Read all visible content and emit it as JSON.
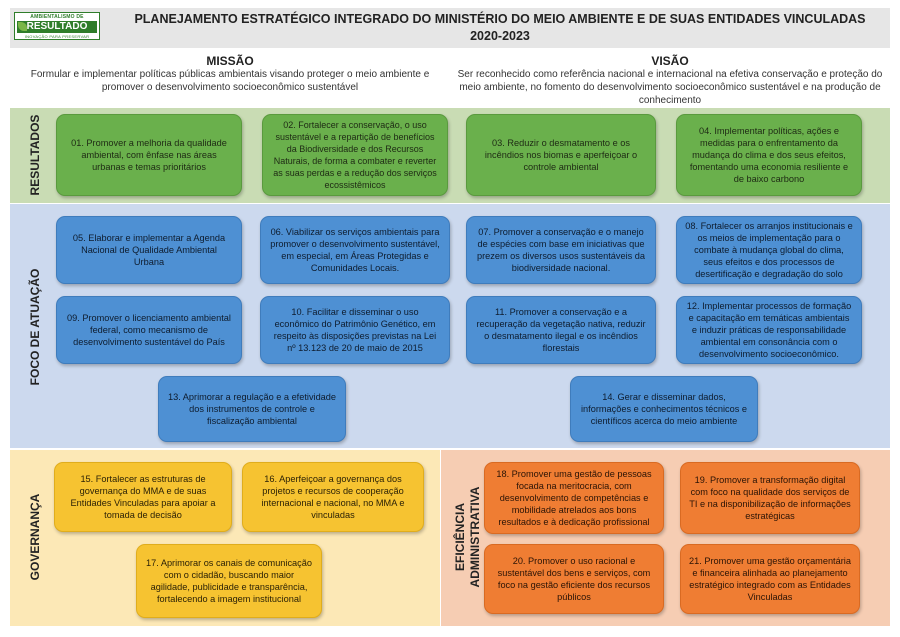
{
  "logo": {
    "top": "AMBIENTALISMO DE",
    "main": "RESULTADO",
    "bottom": "INOVAÇÃO PARA PRESERVAR"
  },
  "header": {
    "title_line1": "PLANEJAMENTO ESTRATÉGICO INTEGRADO DO MINISTÉRIO DO MEIO AMBIENTE E DE SUAS ENTIDADES VINCULADAS",
    "title_line2": "2020-2023"
  },
  "mission": {
    "heading": "MISSÃO",
    "text": "Formular e implementar políticas públicas ambientais visando proteger o meio ambiente e promover o desenvolvimento socioeconômico sustentável"
  },
  "vision": {
    "heading": "VISÃO",
    "text": "Ser reconhecido como referência nacional e internacional na efetiva conservação e proteção do meio ambiente, no fomento do desenvolvimento socioeconômico sustentável e na produção de conhecimento"
  },
  "sections": {
    "resultados": "RESULTADOS",
    "foco": "FOCO DE ATUAÇÃO",
    "governanca": "GOVERNANÇA",
    "eficiencia_line1": "EFICIÊNCIA",
    "eficiencia_line2": "ADMINISTRATIVA"
  },
  "objectives": {
    "o01": "01. Promover a melhoria da qualidade ambiental, com ênfase nas áreas urbanas e temas prioritários",
    "o02": "02. Fortalecer a conservação, o uso sustentável e a repartição de benefícios da Biodiversidade e dos Recursos Naturais, de forma a combater e reverter as suas perdas e a redução dos serviços ecossistêmicos",
    "o03": "03. Reduzir o desmatamento e os incêndios nos biomas e aperfeiçoar o controle ambiental",
    "o04": "04. Implementar políticas, ações e medidas para o enfrentamento da mudança do clima e dos seus efeitos, fomentando uma economia resiliente e de baixo carbono",
    "o05": "05. Elaborar e implementar a Agenda Nacional de Qualidade Ambiental Urbana",
    "o06": "06. Viabilizar os serviços ambientais para promover o desenvolvimento sustentável, em especial, em Áreas Protegidas e Comunidades Locais.",
    "o07": "07. Promover a conservação e o manejo de espécies com base em iniciativas que prezem os diversos usos sustentáveis da biodiversidade nacional.",
    "o08": "08. Fortalecer os arranjos institucionais e os meios de implementação para o combate à mudança global do clima, seus efeitos e dos processos de desertificação e degradação do solo",
    "o09": "09. Promover o licenciamento ambiental federal, como mecanismo de desenvolvimento sustentável do País",
    "o10": "10. Facilitar e disseminar o uso econômico do Patrimônio Genético, em respeito às disposições previstas na Lei nº 13.123 de 20 de maio de 2015",
    "o11": "11. Promover a conservação e a recuperação da vegetação nativa, reduzir o desmatamento ilegal e os incêndios florestais",
    "o12": "12. Implementar processos de formação e capacitação em temáticas ambientais e induzir práticas de responsabilidade ambiental em consonância com o desenvolvimento socioeconômico.",
    "o13": "13. Aprimorar a regulação e a efetividade dos instrumentos de controle e fiscalização ambiental",
    "o14": "14. Gerar e disseminar dados, informações e conhecimentos técnicos e científicos acerca do meio ambiente",
    "o15": "15. Fortalecer as estruturas de governança do MMA e de suas Entidades Vinculadas para apoiar a tomada de decisão",
    "o16": "16. Aperfeiçoar a governança dos projetos e recursos de cooperação internacional e nacional, no MMA e vinculadas",
    "o17": "17. Aprimorar os canais de comunicação com o cidadão, buscando maior agilidade, publicidade e transparência, fortalecendo a imagem institucional",
    "o18": "18. Promover uma gestão de pessoas focada na meritocracia, com desenvolvimento de competências e mobilidade atrelados aos bons resultados e à dedicação profissional",
    "o19": "19. Promover a transformação digital com foco na qualidade dos serviços de TI e na disponibilização de informações estratégicas",
    "o20": "20. Promover o uso racional e sustentável dos bens e serviços, com foco na gestão eficiente dos recursos públicos",
    "o21": "21. Promover uma gestão orçamentária e financeira alinhada ao planejamento estratégico integrado com as Entidades Vinculadas"
  }
}
